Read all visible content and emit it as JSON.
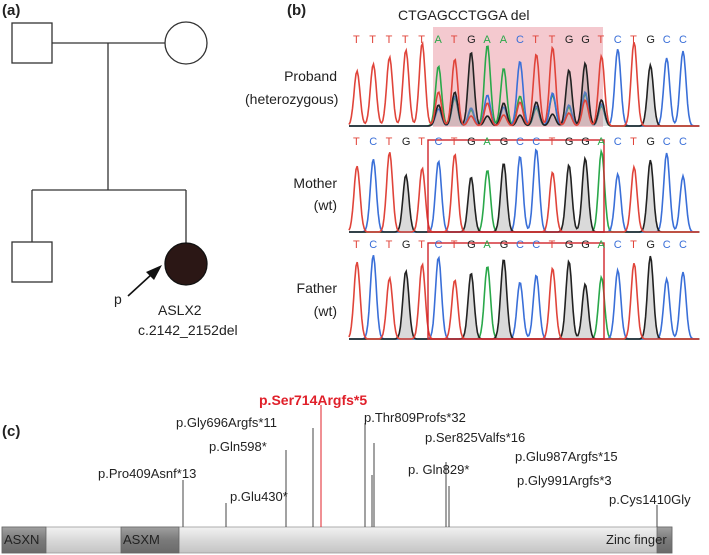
{
  "panels": {
    "a": {
      "label": "(a)",
      "proband_arrow_label": "p",
      "gene": "ASLX2",
      "variant": "c.2142_2152del"
    },
    "b": {
      "label": "(b)",
      "title": "CTGAGCCTGGA del",
      "rows": [
        {
          "name": "Proband",
          "status": "(heterozygous)",
          "bases": [
            "T",
            "T",
            "T",
            "T",
            "T",
            "A",
            "T",
            "G",
            "A",
            "A",
            "C",
            "T",
            "T",
            "G",
            "G",
            "T",
            "C",
            "T",
            "G",
            "C",
            "C"
          ]
        },
        {
          "name": "Mother",
          "status": "(wt)",
          "bases": [
            "T",
            "C",
            "T",
            "G",
            "T",
            "C",
            "T",
            "G",
            "A",
            "G",
            "C",
            "C",
            "T",
            "G",
            "G",
            "A",
            "C",
            "T",
            "G",
            "C",
            "C"
          ]
        },
        {
          "name": "Father",
          "status": "(wt)",
          "bases": [
            "T",
            "C",
            "T",
            "G",
            "T",
            "C",
            "T",
            "G",
            "A",
            "G",
            "C",
            "C",
            "T",
            "G",
            "G",
            "A",
            "C",
            "T",
            "G",
            "C",
            "C"
          ]
        }
      ],
      "base_colors": {
        "A": "#2aa84a",
        "C": "#3a6fd8",
        "G": "#222222",
        "T": "#e0443a"
      },
      "highlight_color": "#f4c9cf",
      "box_color": "#d0242b"
    },
    "c": {
      "label": "(c)",
      "domains": [
        "ASXN",
        "ASXM",
        "Zinc finger"
      ],
      "highlight_color": "#e0202a",
      "mutations": [
        "p.Ser714Argfs*5",
        "p.Gly696Argfs*11",
        "p.Gln598*",
        "p.Pro409Asnf*13",
        "p.Glu430*",
        "p.Thr809Profs*32",
        "p.Ser825Valfs*16",
        "p. Gln829*",
        "p.Glu987Argfs*15",
        "p.Gly991Argfs*3",
        "p.Cys1410Gly"
      ]
    }
  }
}
